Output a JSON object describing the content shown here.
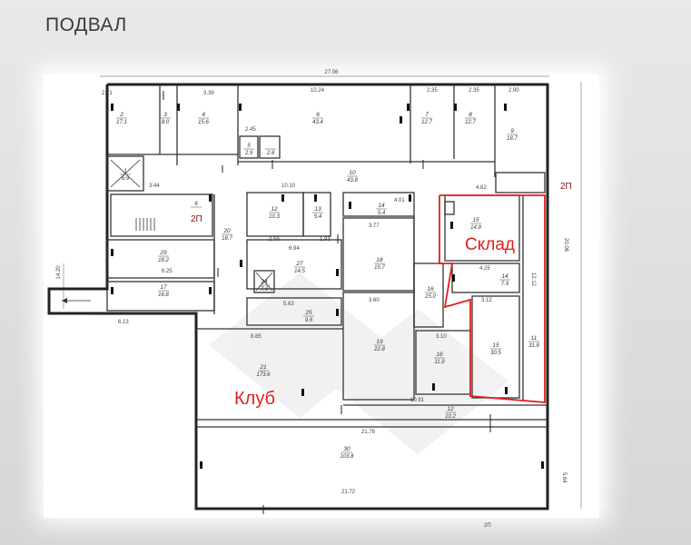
{
  "title": "ПОДВАЛ",
  "labels": {
    "sklad": "Склад",
    "klub": "Клуб",
    "marker_top_right": "2П",
    "marker_left": "2П",
    "marker_bottom": "2П"
  },
  "dimensions": {
    "top_total": "27.06",
    "right_total": "20.06",
    "left_total": "14.20",
    "d_2_71": "2.71",
    "d_3_39": "3.39",
    "d_10_24": "10.24",
    "d_2_35": "2.35",
    "d_2_35b": "2.35",
    "d_2_90": "2.90",
    "d_3_44": "3.44",
    "d_10_10": "10.10",
    "d_4_01": "4.01",
    "d_4_82": "4.82",
    "d_2_45": "2.45",
    "d_2_59": "2.59",
    "d_6_94": "6.94",
    "d_1_93": "1.93",
    "d_3_77": "3.77",
    "d_6_25": "6.25",
    "d_5_63": "5.63",
    "d_3_60": "3.60",
    "d_4_25": "4.25",
    "d_3_12": "3.12",
    "d_6_13": "6.13",
    "d_8_85": "8.85",
    "d_3_10": "3.10",
    "d_10_91": "10.91",
    "d_21_78": "21.78",
    "d_21_72": "21.72",
    "d_12_12": "12.12",
    "d_5_64": "5.64"
  },
  "rooms": [
    {
      "num": "2",
      "area": "17.1"
    },
    {
      "num": "3",
      "area": "8.0"
    },
    {
      "num": "4",
      "area": "15.6"
    },
    {
      "num": "6",
      "area": "43.4"
    },
    {
      "num": "7",
      "area": "12.7"
    },
    {
      "num": "8",
      "area": "12.7"
    },
    {
      "num": "9",
      "area": "18.7"
    },
    {
      "num": "1",
      "area": "6.9"
    },
    {
      "num": "5",
      "area": "2.9"
    },
    {
      "num": "",
      "area": "2.8"
    },
    {
      "num": "10",
      "area": "43.8"
    },
    {
      "num": "6",
      "area": ""
    },
    {
      "num": "12",
      "area": "10.3"
    },
    {
      "num": "13",
      "area": "5.4"
    },
    {
      "num": "14",
      "area": "5.4"
    },
    {
      "num": "15",
      "area": "14.9"
    },
    {
      "num": "20",
      "area": "18.7"
    },
    {
      "num": "29",
      "area": "18.2"
    },
    {
      "num": "17",
      "area": "16.8"
    },
    {
      "num": "27",
      "area": "14.5"
    },
    {
      "num": "24",
      "area": "7.6"
    },
    {
      "num": "18",
      "area": "15.7"
    },
    {
      "num": "25",
      "area": "9.6"
    },
    {
      "num": "16",
      "area": "15.0"
    },
    {
      "num": "14",
      "area": "7.9"
    },
    {
      "num": "19",
      "area": "22.8"
    },
    {
      "num": "21",
      "area": "173.6"
    },
    {
      "num": "15",
      "area": "30.5"
    },
    {
      "num": "11",
      "area": "31.8"
    },
    {
      "num": "16",
      "area": "11.9"
    },
    {
      "num": "12",
      "area": "10.2"
    },
    {
      "num": "30",
      "area": "103.8"
    }
  ]
}
